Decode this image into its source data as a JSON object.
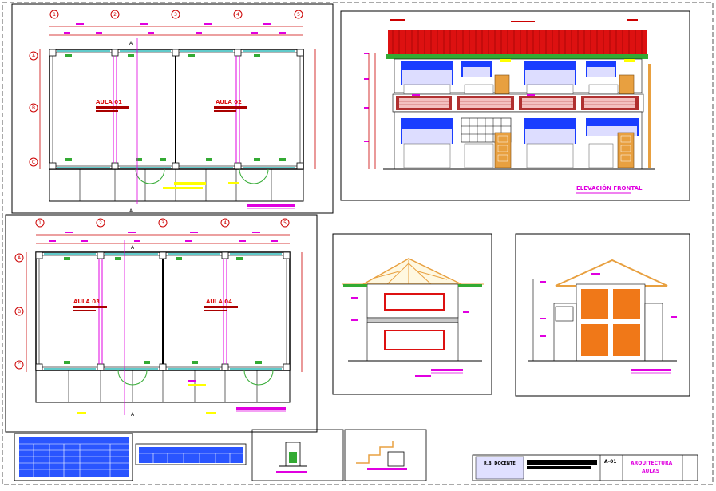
{
  "plans": {
    "upper_rooms": [
      "AULA 01",
      "AULA 02"
    ],
    "lower_rooms": [
      "AULA 03",
      "AULA 04"
    ],
    "grid_numbers": [
      "1",
      "2",
      "3",
      "4",
      "5"
    ],
    "grid_letters": [
      "A",
      "B",
      "C"
    ],
    "section_marker": "A"
  },
  "elevation": {
    "title": "ELEVACIÓN FRONTAL"
  },
  "title_block": {
    "logo_text": "R.B. DOCENTE",
    "sheet_code": "A-01",
    "sheet_title": "ARQUITECTURA",
    "sheet_subtitle": "AULAS"
  },
  "colors": {
    "red": "#d11",
    "magenta": "#e000e0",
    "green": "#3a3",
    "orange": "#f07818",
    "wood": "#e8a040",
    "blue": "#2a55ff",
    "brick": "#b03030"
  }
}
